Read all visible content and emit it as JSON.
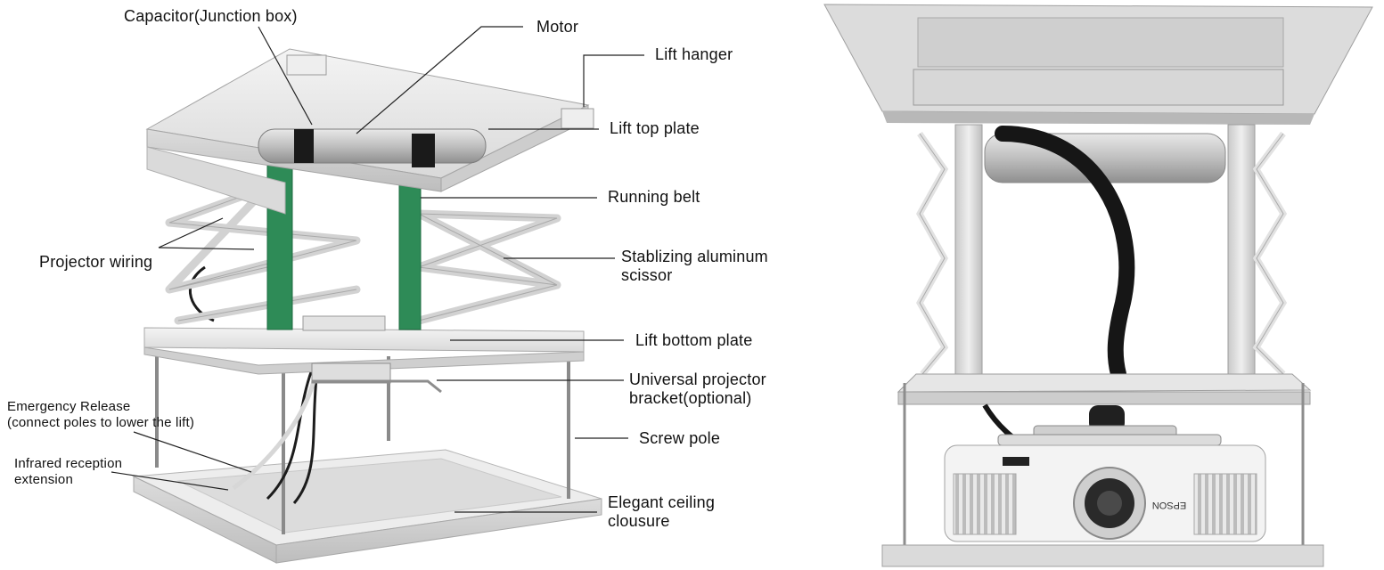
{
  "labels": {
    "capacitor": "Capacitor(Junction box)",
    "motor": "Motor",
    "lift_hanger": "Lift hanger",
    "lift_top_plate": "Lift top plate",
    "running_belt": "Running belt",
    "projector_wiring": "Projector wiring",
    "scissor_line1": "Stablizing aluminum",
    "scissor_line2": "scissor",
    "lift_bottom_plate": "Lift bottom plate",
    "bracket_line1": "Universal projector",
    "bracket_line2": "bracket(optional)",
    "emergency_line1": "Emergency Release",
    "emergency_line2": "(connect poles to lower the lift)",
    "screw_pole": "Screw pole",
    "infrared_line1": "Infrared reception",
    "infrared_line2": "extension",
    "ceiling_line1": "Elegant ceiling",
    "ceiling_line2": "clousure"
  },
  "projector_brand": "EPSON",
  "colors": {
    "belt": "#2e8b57",
    "metal": "#e6e6e6",
    "leader": "#222222"
  }
}
